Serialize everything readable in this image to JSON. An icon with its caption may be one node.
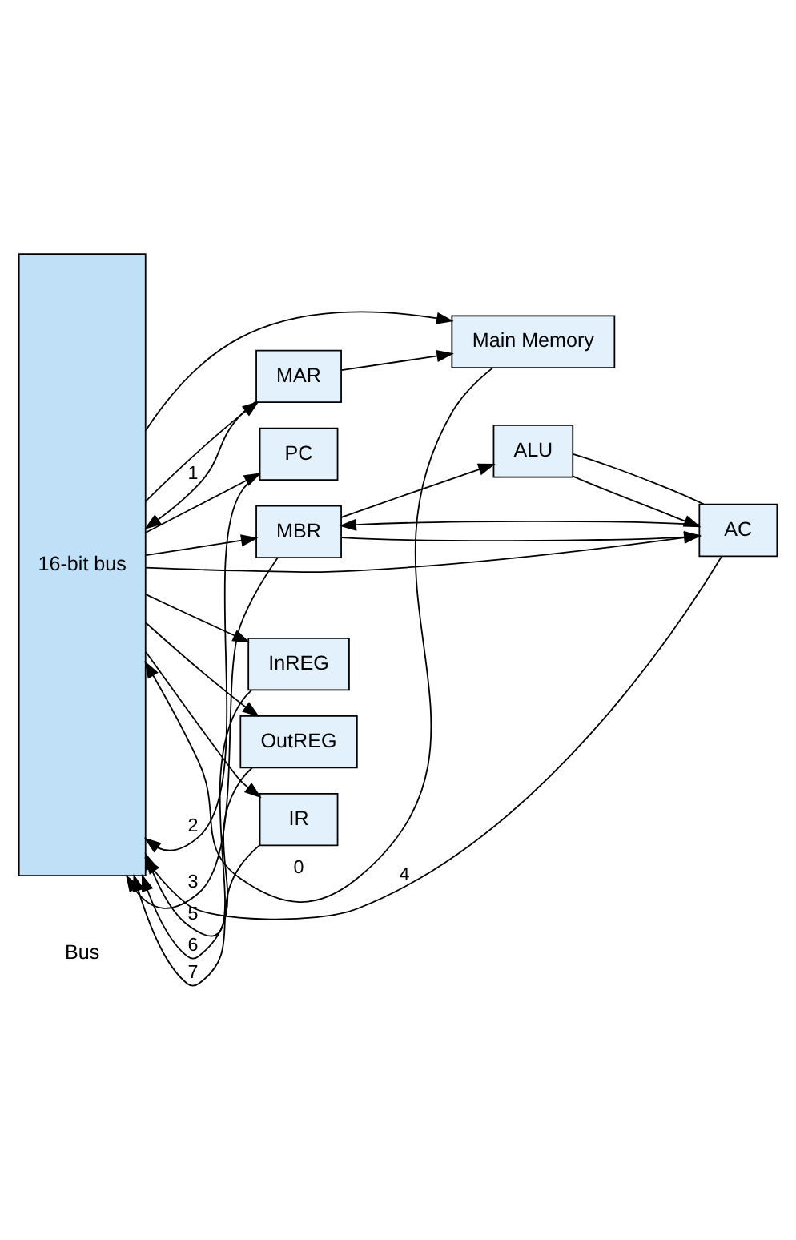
{
  "diagram": {
    "nodes": [
      {
        "text": [
          "16-bit bus"
        ],
        "beside": [
          "Bus"
        ]
      },
      {
        "text": [
          "Main Memory"
        ]
      },
      {
        "text": [
          "MAR"
        ]
      },
      {
        "text": [
          "PC"
        ]
      },
      {
        "text": [
          "MBR"
        ]
      },
      {
        "text": [
          "ALU"
        ]
      },
      {
        "text": [
          "AC"
        ]
      },
      {
        "text": [
          "InREG"
        ]
      },
      {
        "text": [
          "OutREG"
        ]
      },
      {
        "text": [
          "IR"
        ]
      }
    ],
    "edges": [
      {
        "from": 0,
        "to": 1,
        "arrow": "to"
      },
      {
        "from": 1,
        "to": 0,
        "arrow": "to",
        "label": "0"
      },
      {
        "from": 0,
        "to": 2,
        "arrow": "to"
      },
      {
        "from": 2,
        "to": 1,
        "arrow": "to"
      },
      {
        "from": 2,
        "to": 0,
        "arrow": "to",
        "label": "1"
      },
      {
        "from": 0,
        "to": 3,
        "arrow": "to"
      },
      {
        "from": 3,
        "to": 0,
        "arrow": "to",
        "label": "2"
      },
      {
        "from": 0,
        "to": 4,
        "arrow": "to"
      },
      {
        "from": 4,
        "to": 0,
        "arrow": "to",
        "label": "3"
      },
      {
        "from": 4,
        "to": 5,
        "arrow": "to"
      },
      {
        "from": 4,
        "to": 6,
        "arrow": "to"
      },
      {
        "from": 5,
        "to": 6,
        "arrow": "to"
      },
      {
        "from": 6,
        "to": 5,
        "arrow": "none"
      },
      {
        "from": 6,
        "to": 4,
        "arrow": "to"
      },
      {
        "from": 0,
        "to": 6,
        "arrow": "to"
      },
      {
        "from": 6,
        "to": 0,
        "arrow": "to",
        "label": "4"
      },
      {
        "from": 0,
        "to": 7,
        "arrow": "to"
      },
      {
        "from": 7,
        "to": 0,
        "arrow": "to",
        "label": "5"
      },
      {
        "from": 0,
        "to": 8,
        "arrow": "to"
      },
      {
        "from": 8,
        "to": 0,
        "arrow": "to",
        "label": "6"
      },
      {
        "from": 0,
        "to": 9,
        "arrow": "to"
      },
      {
        "from": 9,
        "to": 0,
        "arrow": "to",
        "label": "7"
      }
    ]
  }
}
